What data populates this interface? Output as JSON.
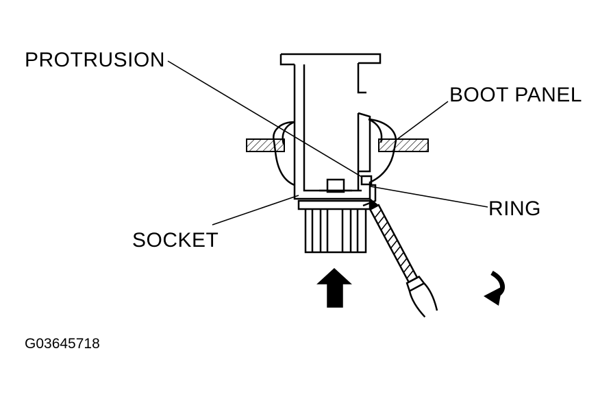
{
  "labels": {
    "protrusion": "PROTRUSION",
    "boot_panel": "BOOT PANEL",
    "ring": "RING",
    "socket": "SOCKET"
  },
  "figure_code": "G03645718"
}
